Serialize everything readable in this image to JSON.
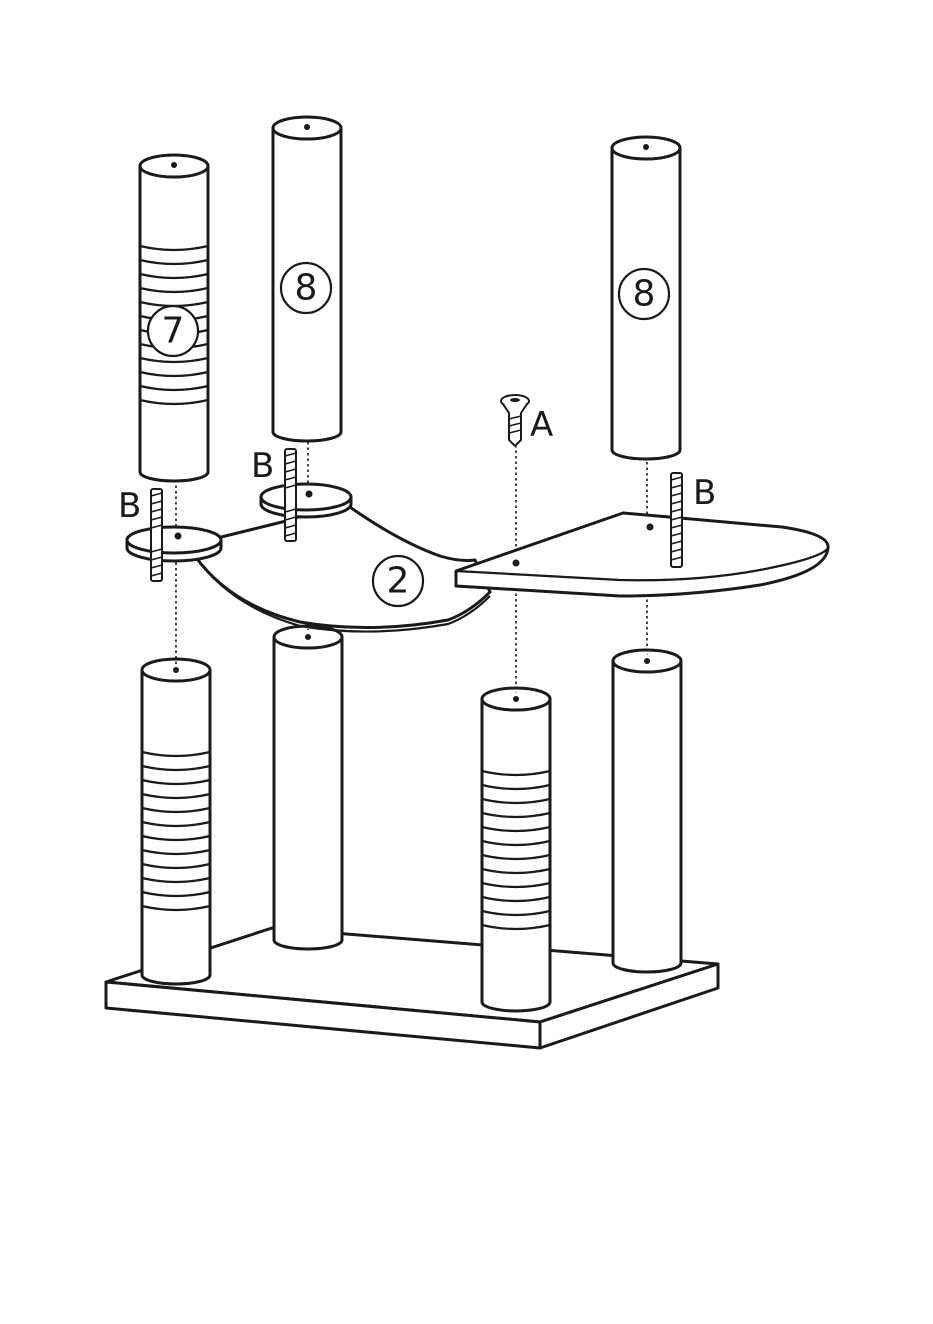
{
  "part_labels": {
    "upper_post_left": "7",
    "upper_post_middle": "8",
    "upper_post_right": "8",
    "platform": "2"
  },
  "fastener_labels": {
    "screw": "A",
    "bolt_left": "B",
    "bolt_middle": "B",
    "bolt_right": "B"
  },
  "colors": {
    "line": "#1a1a1a",
    "fill": "#ffffff"
  }
}
